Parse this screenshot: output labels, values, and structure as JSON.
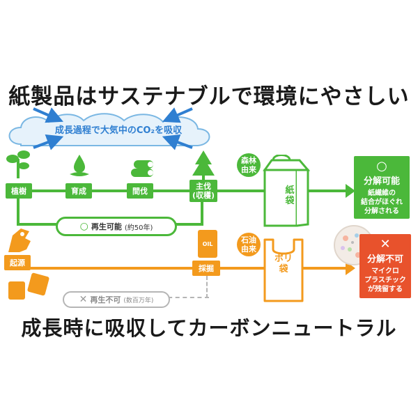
{
  "headline_top": "紙製品はサステナブルで環境にやさしい",
  "headline_bottom": "成長時に吸収してカーボンニュートラル",
  "cloud_text": "成長過程で大気中のCO₂を吸収",
  "paper_flow": {
    "steps": [
      "植樹",
      "育成",
      "間伐",
      "主伐\n(収穫)"
    ],
    "origin_label": "森林\n由来",
    "bag_label": "紙\n袋",
    "renewable_text": "再生可能",
    "renewable_note": "(約50年)",
    "renewable_symbol": "○",
    "result_symbol": "○",
    "result_title": "分解可能",
    "result_desc": "紙繊維の\n結合がほぐれ\n分解される"
  },
  "plastic_flow": {
    "steps": [
      "起源",
      "採掘"
    ],
    "origin_label": "石油\n由来",
    "oil_label": "OIL",
    "bag_label": "ポリ\n袋",
    "nonrenewable_text": "再生不可",
    "nonrenewable_note": "(数百万年)",
    "nonrenewable_symbol": "✕",
    "result_symbol": "✕",
    "result_title": "分解不可",
    "result_desc": "マイクロ\nプラスチック\nが残留する"
  },
  "colors": {
    "green": "#4bb83a",
    "orange": "#f39a1d",
    "red": "#e8522c",
    "blue": "#2f7fd1",
    "cloud": "#e6f2fb"
  }
}
